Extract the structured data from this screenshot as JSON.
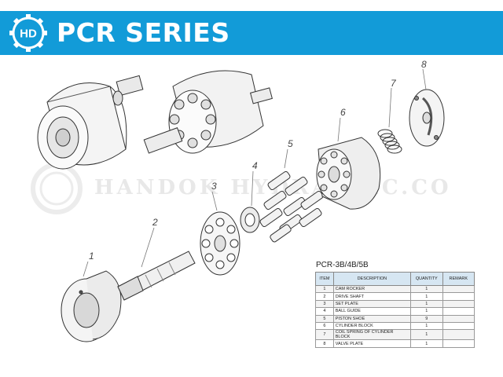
{
  "header": {
    "logo_text": "HD",
    "title": "PCR SERIES",
    "accent_color": "#129bd8"
  },
  "watermark": {
    "text": "HANDOK HYDRAULIC.CO"
  },
  "callouts": [
    "1",
    "2",
    "3",
    "4",
    "5",
    "6",
    "7",
    "8"
  ],
  "parts_table": {
    "title": "PCR-3B/4B/5B",
    "headers": [
      "ITEM",
      "DESCRIPTION",
      "QUANTITY",
      "REMARK"
    ],
    "rows": [
      {
        "item": "1",
        "description": "CAM ROCKER",
        "quantity": "1",
        "remark": ""
      },
      {
        "item": "2",
        "description": "DRIVE SHAFT",
        "quantity": "1",
        "remark": ""
      },
      {
        "item": "3",
        "description": "SET PLATE",
        "quantity": "1",
        "remark": ""
      },
      {
        "item": "4",
        "description": "BALL GUIDE",
        "quantity": "1",
        "remark": ""
      },
      {
        "item": "5",
        "description": "PISTON SHOE",
        "quantity": "9",
        "remark": ""
      },
      {
        "item": "6",
        "description": "CYLINDER BLOCK",
        "quantity": "1",
        "remark": ""
      },
      {
        "item": "7",
        "description": "COIL SPRING OF CYLINDER BLOCK",
        "quantity": "1",
        "remark": ""
      },
      {
        "item": "8",
        "description": "VALVE PLATE",
        "quantity": "1",
        "remark": ""
      }
    ]
  }
}
